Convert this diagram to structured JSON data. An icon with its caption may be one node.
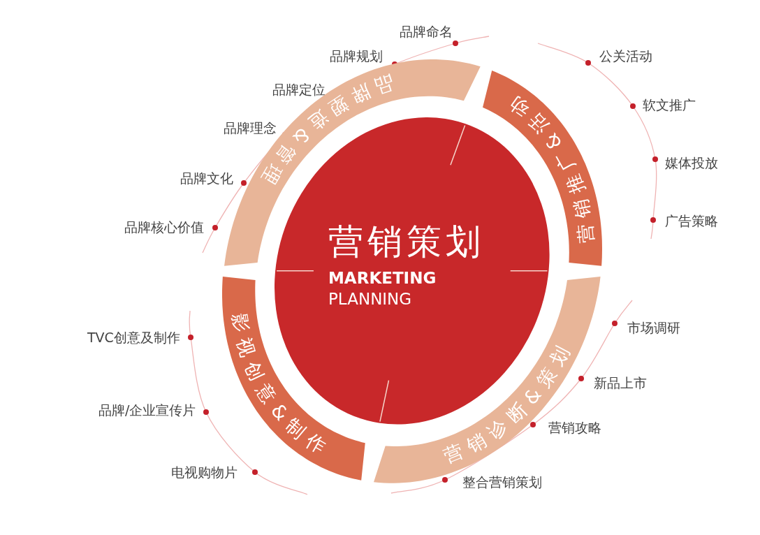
{
  "diagram": {
    "nodes": [
      {
        "text": [
          "营销策划",
          "MARKETING",
          "PLANNING"
        ]
      },
      {
        "text": [
          "品牌塑造&管理"
        ]
      },
      {
        "text": [
          "营销推广&活动"
        ]
      },
      {
        "text": [
          "营销诊断&策划"
        ]
      },
      {
        "text": [
          "影视创意&制作"
        ]
      }
    ],
    "labels": [
      "品牌命名",
      "品牌规划",
      "品牌定位",
      "品牌理念",
      "品牌文化",
      "品牌核心价值",
      "公关活动",
      "软文推广",
      "媒体投放",
      "广告策略",
      "市场调研",
      "新品上市",
      "营销攻略",
      "整合营销策划",
      "TVC创意及制作",
      "品牌/企业宣传片",
      "电视购物片"
    ]
  }
}
